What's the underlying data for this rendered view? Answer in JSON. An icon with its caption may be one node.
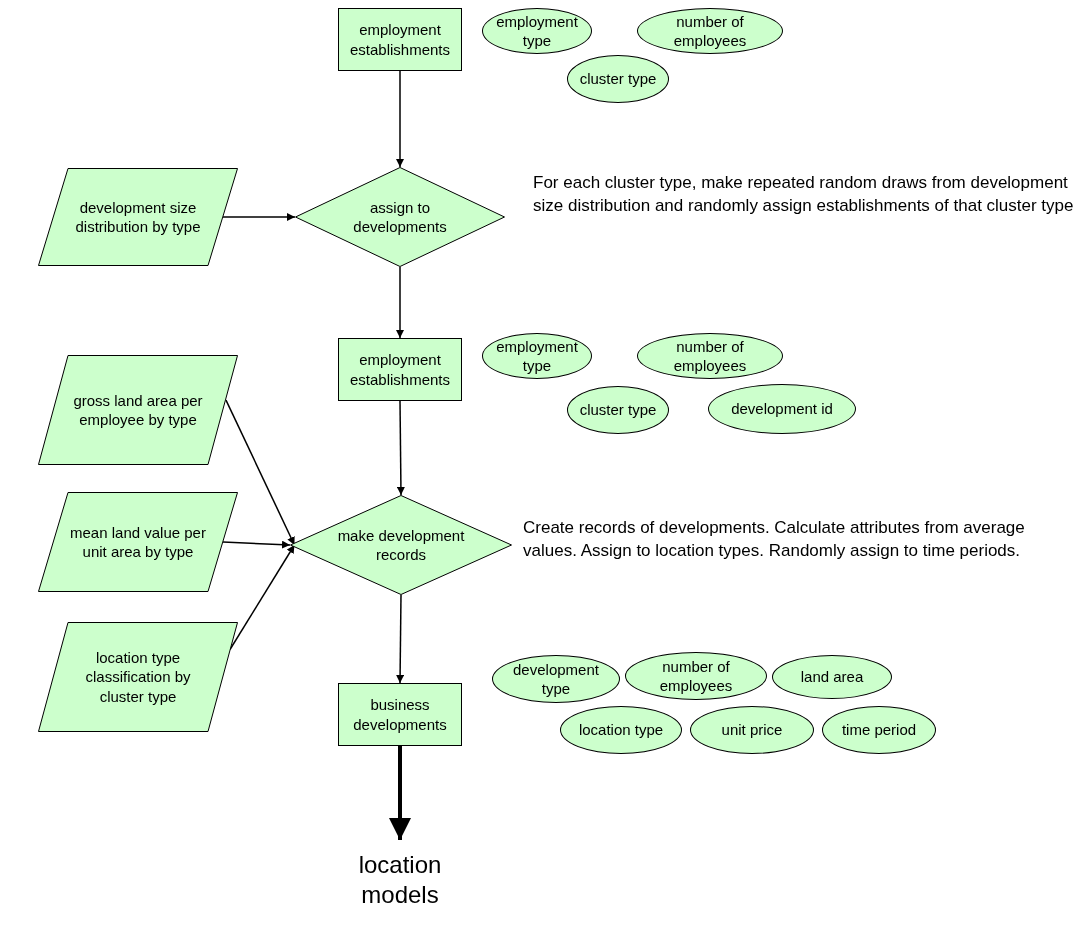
{
  "diagram": {
    "nodes": [
      {
        "text": [
          "employment establishments"
        ]
      },
      {
        "text": [
          "employment type"
        ]
      },
      {
        "text": [
          "number of employees"
        ]
      },
      {
        "text": [
          "cluster type"
        ]
      },
      {
        "text": [
          "development size distribution by type"
        ]
      },
      {
        "text": [
          "assign to developments"
        ],
        "beside": [
          "For each cluster type, make repeated random draws from development size distribution and randomly assign establishments of that cluster type"
        ]
      },
      {
        "text": [
          "employment establishments"
        ]
      },
      {
        "text": [
          "employment type"
        ]
      },
      {
        "text": [
          "number of employees"
        ]
      },
      {
        "text": [
          "cluster type"
        ]
      },
      {
        "text": [
          "development id"
        ]
      },
      {
        "text": [
          "gross land area per employee by type"
        ]
      },
      {
        "text": [
          "mean land value per unit area by type"
        ]
      },
      {
        "text": [
          "make development records"
        ],
        "beside": [
          "Create records of developments. Calculate attributes from average values. Assign to location types. Randomly assign to time periods."
        ]
      },
      {
        "text": [
          "location type classification by cluster type"
        ]
      },
      {
        "text": [
          "business developments"
        ]
      },
      {
        "text": [
          "development type"
        ]
      },
      {
        "text": [
          "number of employees"
        ]
      },
      {
        "text": [
          "land area"
        ]
      },
      {
        "text": [
          "location type"
        ]
      },
      {
        "text": [
          "unit price"
        ]
      },
      {
        "text": [
          "time period"
        ]
      },
      {
        "text": [
          "location models"
        ]
      }
    ],
    "edges": [
      {
        "from": 0,
        "to": 5,
        "arrow": "to"
      },
      {
        "from": 4,
        "to": 5,
        "arrow": "to"
      },
      {
        "from": 5,
        "to": 6,
        "arrow": "to"
      },
      {
        "from": 6,
        "to": 13,
        "arrow": "to"
      },
      {
        "from": 11,
        "to": 13,
        "arrow": "to"
      },
      {
        "from": 12,
        "to": 13,
        "arrow": "to"
      },
      {
        "from": 14,
        "to": 13,
        "arrow": "to"
      },
      {
        "from": 13,
        "to": 15,
        "arrow": "to"
      },
      {
        "from": 15,
        "to": 22,
        "arrow": "to",
        "style": "thick"
      }
    ]
  }
}
